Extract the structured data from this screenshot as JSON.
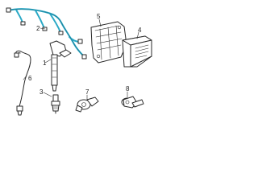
{
  "callouts": {
    "c1": "1",
    "c2": "2",
    "c3": "3",
    "c4": "4",
    "c5": "5",
    "c6": "6",
    "c7": "7",
    "c8": "8"
  },
  "colors": {
    "harness_wire": "#2aa9c6",
    "line": "#2a2a2a",
    "background": "#ffffff"
  }
}
